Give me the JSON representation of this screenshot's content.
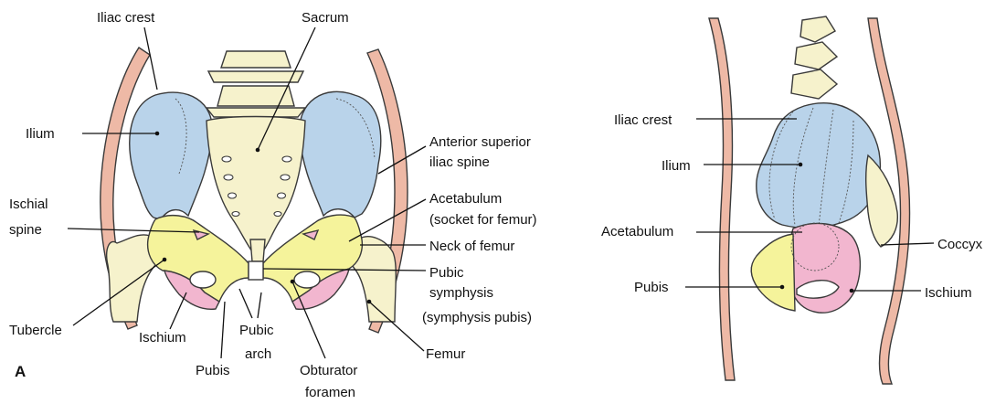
{
  "panel_letter": "A",
  "colors": {
    "ilium": "#b9d3ea",
    "pubis": "#f5f39b",
    "ischium": "#f2b6cf",
    "bone": "#f6f2cc",
    "skin": "#eeb9a6",
    "outline": "#3a3a3a"
  },
  "front_view": {
    "labels": {
      "iliac_crest": "Iliac crest",
      "sacrum": "Sacrum",
      "ilium": "Ilium",
      "asis_line1": "Anterior superior",
      "asis_line2": "iliac spine",
      "ischial_spine_line1": "Ischial",
      "ischial_spine_line2": "spine",
      "acetabulum_line1": "Acetabulum",
      "acetabulum_line2": "(socket for femur)",
      "neck_of_femur": "Neck of femur",
      "pubic_symphysis_line1": "Pubic",
      "pubic_symphysis_line2": "symphysis",
      "pubic_symphysis_line3": "(symphysis pubis)",
      "tubercle": "Tubercle",
      "ischium": "Ischium",
      "pubic_arch_line1": "Pubic",
      "pubic_arch_line2": "arch",
      "pubis": "Pubis",
      "obturator_line1": "Obturator",
      "obturator_line2": "foramen",
      "femur": "Femur"
    }
  },
  "side_view": {
    "labels": {
      "iliac_crest": "Iliac crest",
      "ilium": "Ilium",
      "acetabulum": "Acetabulum",
      "coccyx": "Coccyx",
      "pubis": "Pubis",
      "ischium": "Ischium"
    }
  }
}
